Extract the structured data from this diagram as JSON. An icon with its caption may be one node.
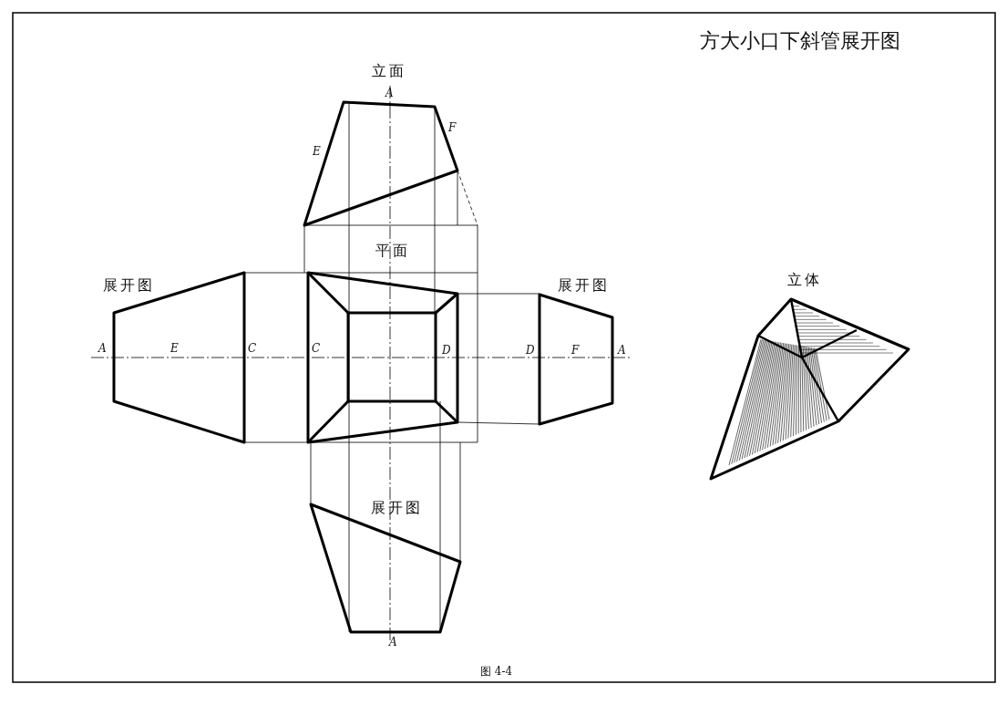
{
  "diagram": {
    "title": "方大小口下斜管展开图",
    "caption": "图 4-4",
    "labels": [
      "立面",
      "A",
      "F",
      "E",
      "平面",
      "立体",
      "展开图",
      "展开图",
      "A",
      "E",
      "C",
      "C",
      "D",
      "D",
      "F",
      "A",
      "展开图",
      "A"
    ]
  }
}
